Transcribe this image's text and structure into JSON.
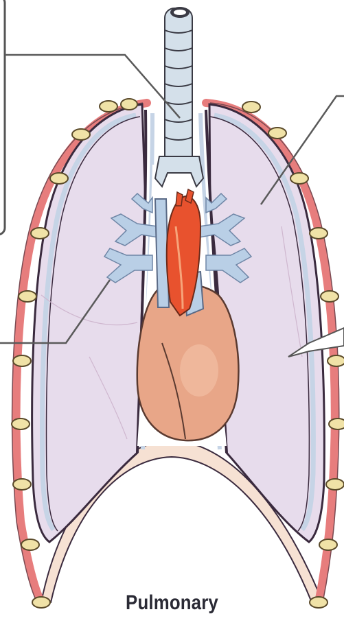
{
  "figure": {
    "caption": "Pulmonary"
  },
  "colors": {
    "lung_fill": "#e7dcec",
    "pleura_outline": "#3a2a3e",
    "pleura_inner": "#c6d4e6",
    "chest_wall": "#e77d7d",
    "rib": "#f0e2a7",
    "diaphragm": "#f6e1d3",
    "heart": "#e8a688",
    "aorta": "#e8522e",
    "vessel_blue": "#b9cfe6",
    "trachea": "#d4e0ea",
    "leader_line": "#5a5a5a"
  },
  "icons": {
    "rib_marker": "rib-oval",
    "label_box": "callout-box"
  }
}
